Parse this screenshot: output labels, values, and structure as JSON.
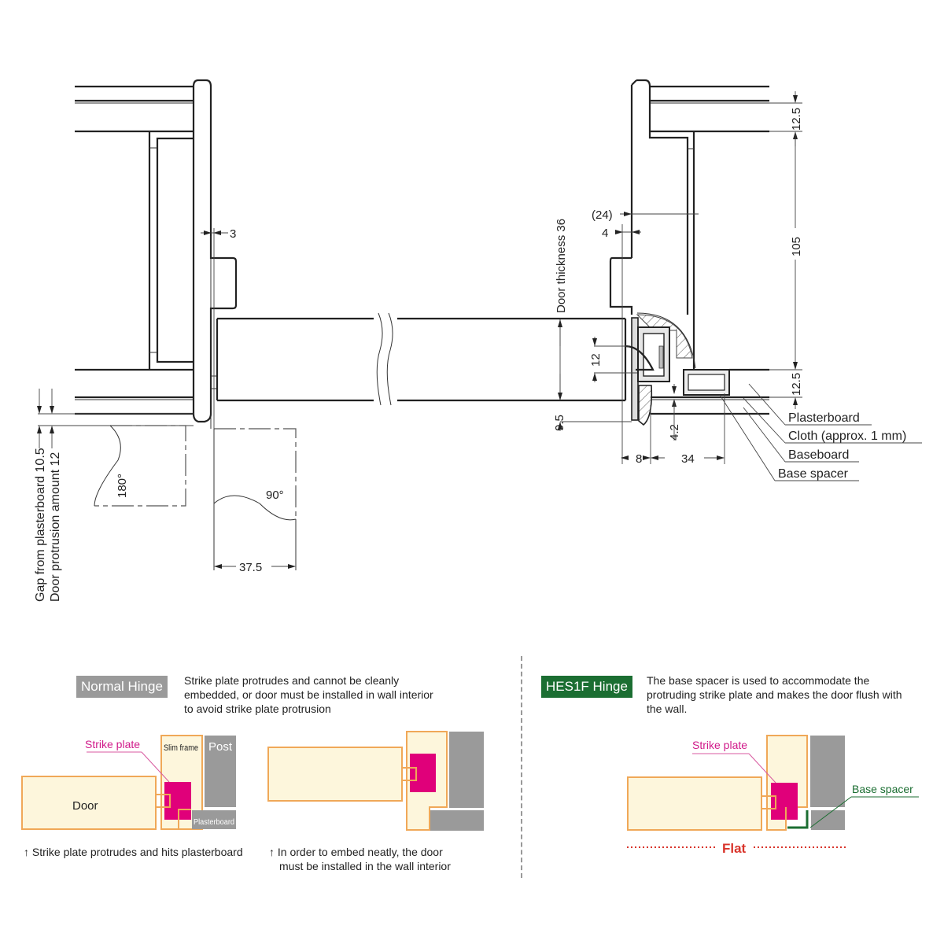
{
  "drawing": {
    "dimensions": {
      "gap_3": "3",
      "dim_24": "(24)",
      "dim_4": "4",
      "dim_12_5_top": "12.5",
      "dim_105": "105",
      "dim_12_5_bottom": "12.5",
      "door_thickness": "Door thickness 36",
      "dim_12": "12",
      "dim_9_5": "9.5",
      "dim_4_2": "4.2",
      "dim_8": "8",
      "dim_34": "34",
      "dim_37_5": "37.5",
      "gap_from_plasterboard": "Gap from plasterboard 10.5",
      "door_protrusion": "Door protrusion amount 12"
    },
    "angles": {
      "open_180": "180°",
      "open_90": "90°"
    },
    "leaders": {
      "plasterboard": "Plasterboard",
      "cloth": "Cloth (approx. 1 mm)",
      "baseboard": "Baseboard",
      "base_spacer": "Base spacer"
    }
  },
  "comparison": {
    "normal": {
      "badge": "Normal Hinge",
      "description_lines": [
        "Strike plate protrudes and cannot be cleanly",
        "embedded, or door must be installed in wall interior",
        "to avoid strike plate protrusion"
      ],
      "figure_a": {
        "strike_plate": "Strike plate",
        "slim_frame": "Slim frame",
        "post": "Post",
        "door": "Door",
        "plasterboard": "Plasterboard",
        "caption": "↑ Strike plate protrudes and hits plasterboard"
      },
      "figure_b": {
        "caption_lines": [
          "↑ In order to embed neatly, the door",
          "must be installed in the wall interior"
        ]
      }
    },
    "hes1f": {
      "badge": "HES1F Hinge",
      "description_lines": [
        "The base spacer is used to accommodate the",
        "protruding strike plate and makes the door flush with",
        "the wall."
      ],
      "figure": {
        "strike_plate": "Strike plate",
        "base_spacer": "Base spacer",
        "flat": "Flat"
      }
    },
    "colors": {
      "frame_fill": "#fdf6dc",
      "frame_stroke": "#f0a858",
      "strike_plate": "#e0007a",
      "post": "#9a9a9a",
      "base_spacer": "#1b6e32",
      "flat": "#d9342b",
      "normal_badge": "#9a9a9a",
      "hes1f_badge": "#1b6e32"
    }
  }
}
